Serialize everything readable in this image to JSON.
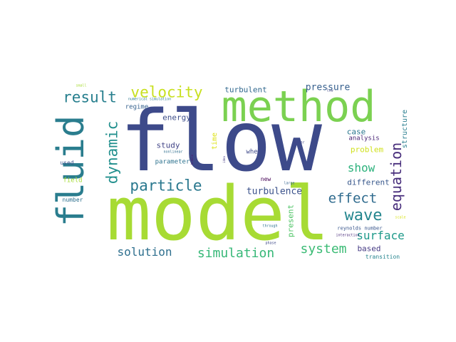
{
  "words": [
    {
      "text": "flow",
      "color": "#3d4a8a"
    },
    {
      "text": "model",
      "color": "#a7db34"
    },
    {
      "text": "method",
      "color": "#7bd151"
    },
    {
      "text": "fluid",
      "color": "#2a7d8e"
    },
    {
      "text": "velocity",
      "color": "#c8e020"
    },
    {
      "text": "result",
      "color": "#277f8e"
    },
    {
      "text": "particle",
      "color": "#2a788e"
    },
    {
      "text": "dynamic",
      "color": "#218f8d"
    },
    {
      "text": "equation",
      "color": "#472d7b"
    },
    {
      "text": "wave",
      "color": "#24868e"
    },
    {
      "text": "effect",
      "color": "#2f6b8e"
    },
    {
      "text": "system",
      "color": "#3bbb75"
    },
    {
      "text": "simulation",
      "color": "#37b878"
    },
    {
      "text": "solution",
      "color": "#2e6f8e"
    },
    {
      "text": "surface",
      "color": "#1f9a8a"
    },
    {
      "text": "show",
      "color": "#2db27d"
    },
    {
      "text": "turbulence",
      "color": "#3b528b"
    },
    {
      "text": "pressure",
      "color": "#355f8d"
    },
    {
      "text": "turbulent",
      "color": "#31688e"
    },
    {
      "text": "energy",
      "color": "#3d4e8a"
    },
    {
      "text": "study",
      "color": "#414487"
    },
    {
      "text": "parameter",
      "color": "#2c728e"
    },
    {
      "text": "problem",
      "color": "#d0e11c"
    },
    {
      "text": "case",
      "color": "#2a768e"
    },
    {
      "text": "different",
      "color": "#38588c"
    },
    {
      "text": "based",
      "color": "#443983"
    },
    {
      "text": "present",
      "color": "#52c569"
    },
    {
      "text": "structure",
      "color": "#287d8e"
    },
    {
      "text": "time",
      "color": "#dde318"
    },
    {
      "text": "regime",
      "color": "#34618d"
    },
    {
      "text": "where",
      "color": "#3e4989"
    },
    {
      "text": "used",
      "color": "#3a538b"
    },
    {
      "text": "field",
      "color": "#a5db36"
    },
    {
      "text": "number",
      "color": "#2d708e"
    },
    {
      "text": "analysis",
      "color": "#482475"
    },
    {
      "text": "new",
      "color": "#440154"
    },
    {
      "text": "transition",
      "color": "#25848e"
    },
    {
      "text": "reynolds number",
      "color": "#39568c"
    },
    {
      "text": "numerical simulation",
      "color": "#2a788e"
    },
    {
      "text": "small",
      "color": "#a8db34"
    },
    {
      "text": "nonlinear",
      "color": "#2e6e8e"
    },
    {
      "text": "order",
      "color": "#404688"
    },
    {
      "text": "idea",
      "color": "#443a83"
    },
    {
      "text": "large",
      "color": "#33638d"
    },
    {
      "text": "through",
      "color": "#2c728e"
    },
    {
      "text": "phase",
      "color": "#3e4a89"
    },
    {
      "text": "interaction",
      "color": "#482979"
    },
    {
      "text": "scale",
      "color": "#d8e219"
    },
    {
      "text": "low",
      "color": "#414487"
    },
    {
      "text": "bubble",
      "color": "#481f70"
    }
  ]
}
